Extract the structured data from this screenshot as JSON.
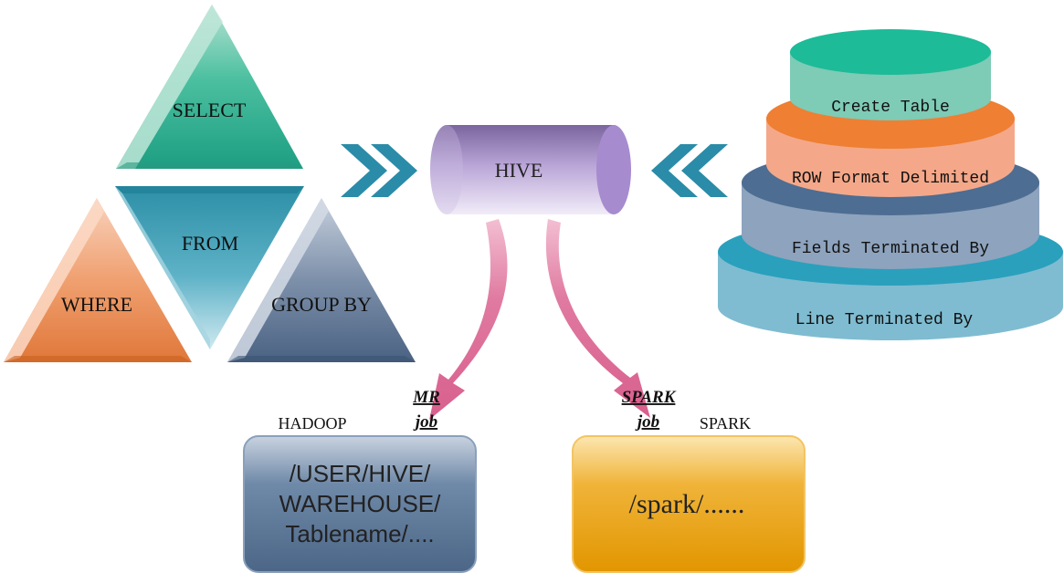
{
  "triangles": {
    "select": "SELECT",
    "from": "FROM",
    "where": "WHERE",
    "group_by": "GROUP BY"
  },
  "hive": {
    "label": "HIVE"
  },
  "table_stack": {
    "create_table": "Create Table",
    "row_format": "ROW Format Delimited",
    "fields_terminated": "Fields Terminated By",
    "line_terminated": "Line Terminated By"
  },
  "mr_branch": {
    "job_line1": "MR",
    "job_line2": "job",
    "platform": "HADOOP",
    "path_line1": "/USER/HIVE/",
    "path_line2": "WAREHOUSE/",
    "path_line3": "Tablename/...."
  },
  "spark_branch": {
    "job_line1": "SPARK",
    "job_line2": "job",
    "platform": "SPARK",
    "path": "/spark/......"
  },
  "colors": {
    "select_triangle": "#20a58a",
    "from_triangle": "#2a8ea5",
    "where_triangle": "#e07a30",
    "group_by_triangle": "#4d6684",
    "hive_cylinder": "#9a80bf",
    "chevron_arrows": "#2a8ca8",
    "curved_arrows": "#de6d96",
    "hadoop_box": "#536e8e",
    "spark_box": "#e69a00"
  }
}
